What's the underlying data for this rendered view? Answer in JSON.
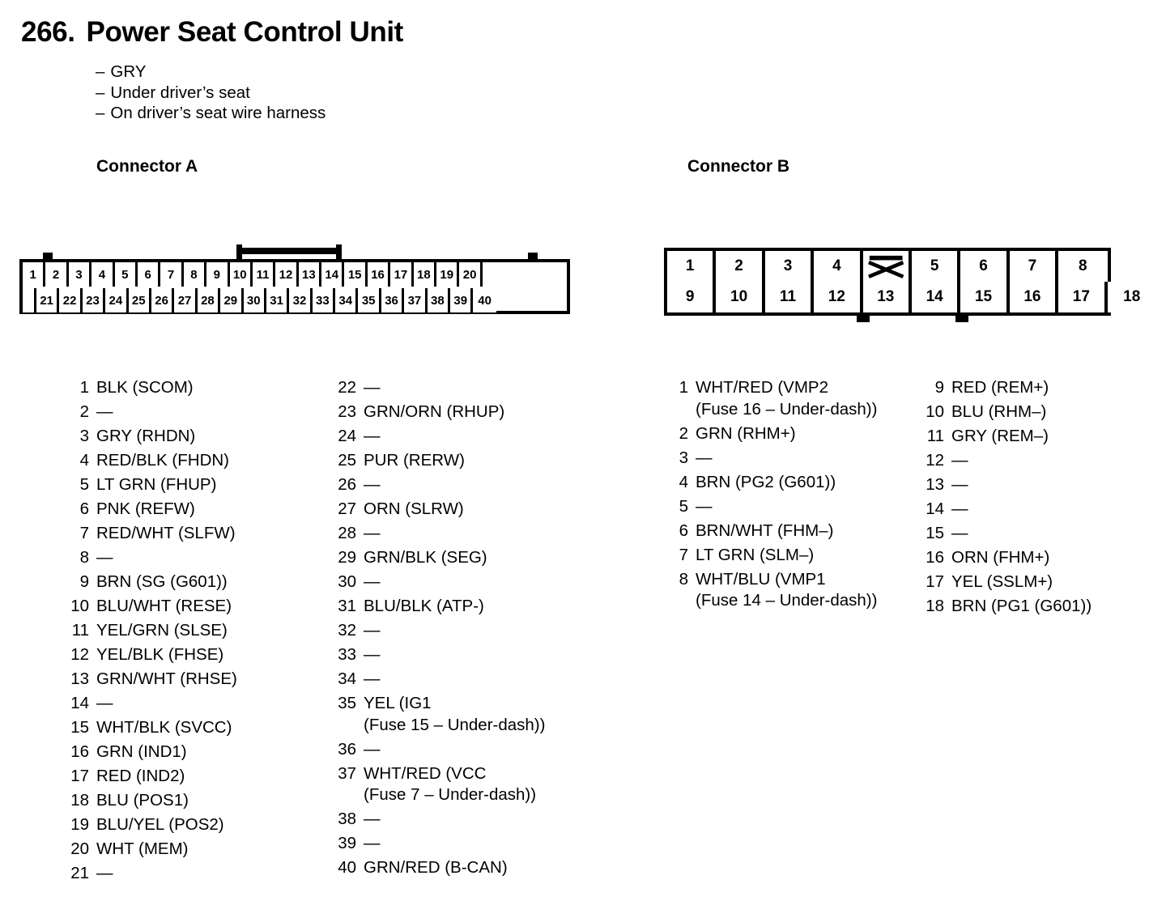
{
  "header": {
    "number": "266.",
    "title": "Power Seat Control Unit",
    "notes": [
      "GRY",
      "Under driver’s seat",
      "On driver’s seat wire harness"
    ],
    "note_dash": "–"
  },
  "empty_mark": "—",
  "connector_a": {
    "caption": "Connector A",
    "top_row": [
      "1",
      "2",
      "3",
      "4",
      "5",
      "6",
      "7",
      "8",
      "9",
      "10",
      "11",
      "12",
      "13",
      "14",
      "15",
      "16",
      "17",
      "18",
      "19",
      "20"
    ],
    "bottom_row": [
      "21",
      "22",
      "23",
      "24",
      "25",
      "26",
      "27",
      "28",
      "29",
      "30",
      "31",
      "32",
      "33",
      "34",
      "35",
      "36",
      "37",
      "38",
      "39",
      "40"
    ],
    "pins_col1": [
      {
        "no": "1",
        "value": "BLK (SCOM)"
      },
      {
        "no": "2",
        "value": "—"
      },
      {
        "no": "3",
        "value": "GRY (RHDN)"
      },
      {
        "no": "4",
        "value": "RED/BLK (FHDN)"
      },
      {
        "no": "5",
        "value": "LT GRN (FHUP)"
      },
      {
        "no": "6",
        "value": "PNK (REFW)"
      },
      {
        "no": "7",
        "value": "RED/WHT (SLFW)"
      },
      {
        "no": "8",
        "value": "—"
      },
      {
        "no": "9",
        "value": "BRN (SG (G601))"
      },
      {
        "no": "10",
        "value": "BLU/WHT (RESE)"
      },
      {
        "no": "11",
        "value": "YEL/GRN (SLSE)"
      },
      {
        "no": "12",
        "value": "YEL/BLK (FHSE)"
      },
      {
        "no": "13",
        "value": "GRN/WHT (RHSE)"
      },
      {
        "no": "14",
        "value": "—"
      },
      {
        "no": "15",
        "value": "WHT/BLK (SVCC)"
      },
      {
        "no": "16",
        "value": "GRN (IND1)"
      },
      {
        "no": "17",
        "value": "RED (IND2)"
      },
      {
        "no": "18",
        "value": "BLU (POS1)"
      },
      {
        "no": "19",
        "value": "BLU/YEL (POS2)"
      },
      {
        "no": "20",
        "value": "WHT (MEM)"
      },
      {
        "no": "21",
        "value": "—"
      }
    ],
    "pins_col2": [
      {
        "no": "22",
        "value": "—"
      },
      {
        "no": "23",
        "value": "GRN/ORN (RHUP)"
      },
      {
        "no": "24",
        "value": "—"
      },
      {
        "no": "25",
        "value": "PUR (RERW)"
      },
      {
        "no": "26",
        "value": "—"
      },
      {
        "no": "27",
        "value": "ORN (SLRW)"
      },
      {
        "no": "28",
        "value": "—"
      },
      {
        "no": "29",
        "value": "GRN/BLK (SEG)"
      },
      {
        "no": "30",
        "value": "—"
      },
      {
        "no": "31",
        "value": "BLU/BLK (ATP-)"
      },
      {
        "no": "32",
        "value": "—"
      },
      {
        "no": "33",
        "value": "—"
      },
      {
        "no": "34",
        "value": "—"
      },
      {
        "no": "35",
        "value": "YEL (IG1",
        "value2": "(Fuse 15 – Under-dash))"
      },
      {
        "no": "36",
        "value": "—"
      },
      {
        "no": "37",
        "value": "WHT/RED (VCC",
        "value2": "(Fuse 7 – Under-dash))"
      },
      {
        "no": "38",
        "value": "—"
      },
      {
        "no": "39",
        "value": "—"
      },
      {
        "no": "40",
        "value": "GRN/RED (B-CAN)"
      }
    ]
  },
  "connector_b": {
    "caption": "Connector B",
    "top_row": [
      "1",
      "2",
      "3",
      "4",
      "✕",
      "5",
      "6",
      "7",
      "8"
    ],
    "bottom_row": [
      "9",
      "10",
      "11",
      "12",
      "13",
      "14",
      "15",
      "16",
      "17",
      "18"
    ],
    "blocked_label": "blocked-cell",
    "pins_col1": [
      {
        "no": "1",
        "value": "WHT/RED (VMP2",
        "value2": "(Fuse 16 – Under-dash))"
      },
      {
        "no": "2",
        "value": "GRN (RHM+)"
      },
      {
        "no": "3",
        "value": "—"
      },
      {
        "no": "4",
        "value": "BRN (PG2 (G601))"
      },
      {
        "no": "5",
        "value": "—"
      },
      {
        "no": "6",
        "value": "BRN/WHT (FHM–)"
      },
      {
        "no": "7",
        "value": "LT GRN (SLM–)"
      },
      {
        "no": "8",
        "value": "WHT/BLU (VMP1",
        "value2": "(Fuse 14 – Under-dash))"
      }
    ],
    "pins_col2": [
      {
        "no": "9",
        "value": "RED (REM+)"
      },
      {
        "no": "10",
        "value": "BLU (RHM–)"
      },
      {
        "no": "11",
        "value": "GRY (REM–)"
      },
      {
        "no": "12",
        "value": "—"
      },
      {
        "no": "13",
        "value": "—"
      },
      {
        "no": "14",
        "value": "—"
      },
      {
        "no": "15",
        "value": "—"
      },
      {
        "no": "16",
        "value": "ORN (FHM+)"
      },
      {
        "no": "17",
        "value": "YEL (SSLM+)"
      },
      {
        "no": "18",
        "value": "BRN (PG1 (G601))"
      }
    ]
  },
  "colors": {
    "ink": "#000000",
    "paper": "#ffffff"
  }
}
